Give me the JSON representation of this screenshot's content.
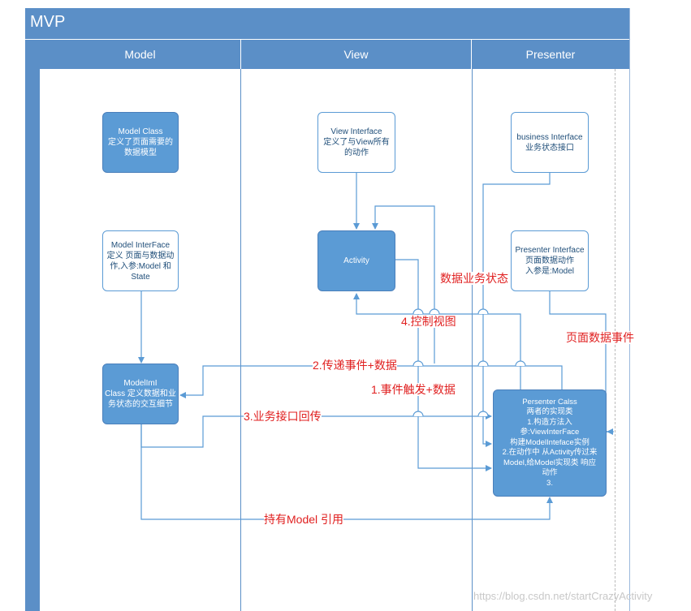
{
  "title": "MVP",
  "lanes": {
    "model": "Model",
    "view": "View",
    "presenter": "Presenter"
  },
  "boxes": {
    "model_class": "Model Class\n定义了页面需要的\n数据模型",
    "model_interface": "Model InterFace\n定义 页面与数据动\n作,入参:Model 和\nState",
    "model_impl": "ModelImI\nClass 定义数据和业\n务状态的交互细节",
    "view_interface": "View Interface\n定义了与View所有\n的动作",
    "activity": "Activity",
    "business_interface": "business  Interface\n业务状态接口",
    "presenter_interface": "Presenter Interface\n页面数据动作\n入参是:Model",
    "presenter_class": "Persenter Calss\n两者的实现类\n1.构造方法入\n参:ViewInterFace\n构建ModelInteface实例\n2.在动作中 从Activity传过来\nModel,给Model实现类 响应\n动作\n3."
  },
  "labels": {
    "data_business_state": "数据业务状态",
    "control_view": "4.控制视图",
    "page_data_event": "页面数据事件",
    "pass_event_data": "2.传递事件+数据",
    "event_trigger_data": "1.事件触发+数据",
    "business_callback": "3.业务接口回传",
    "hold_model_ref": "持有Model 引用"
  },
  "colors": {
    "header": "#5b8fc7",
    "box_fill": "#5b9bd5",
    "arrow": "#5b9bd5",
    "label_red": "#e02020"
  },
  "watermark": "https://blog.csdn.net/startCrazyActivity"
}
